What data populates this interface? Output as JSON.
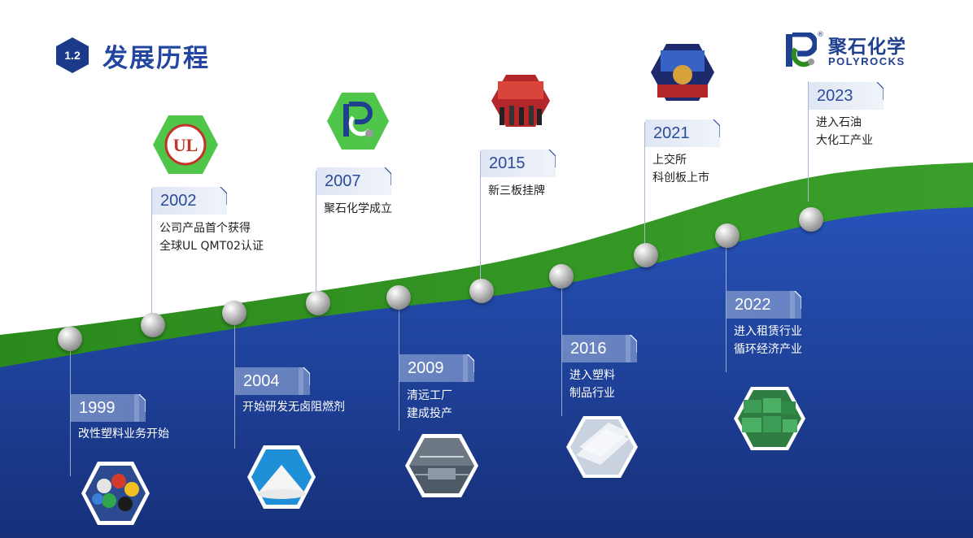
{
  "header": {
    "badge": "1.2",
    "title": "发展历程"
  },
  "logo": {
    "cn": "聚石化学",
    "en": "POLYROCKS",
    "reg": "®"
  },
  "colors": {
    "navy": "#1c3a8a",
    "green": "#2e8b1f",
    "title": "#2346a0"
  },
  "milestones": [
    {
      "year": "1999",
      "lines": [
        "改性塑料业务开始"
      ],
      "image": "plastic-pellets-icon"
    },
    {
      "year": "2002",
      "lines": [
        "公司产品首个获得",
        "全球UL QMT02认证"
      ],
      "image": "ul-certification-icon"
    },
    {
      "year": "2004",
      "lines": [
        "开始研发无卤阻燃剂"
      ],
      "image": "white-powder-icon"
    },
    {
      "year": "2007",
      "lines": [
        "聚石化学成立"
      ],
      "image": "company-logo-icon"
    },
    {
      "year": "2009",
      "lines": [
        "清远工厂",
        "建成投产"
      ],
      "image": "factory-icon"
    },
    {
      "year": "2015",
      "lines": [
        "新三板挂牌"
      ],
      "image": "listing-ceremony-icon"
    },
    {
      "year": "2016",
      "lines": [
        "进入塑料",
        "制品行业"
      ],
      "image": "plastic-sheets-icon"
    },
    {
      "year": "2021",
      "lines": [
        "上交所",
        "科创板上市"
      ],
      "image": "stock-exchange-icon"
    },
    {
      "year": "2022",
      "lines": [
        "进入租赁行业",
        "循环经济产业"
      ],
      "image": "crates-icon"
    },
    {
      "year": "2023",
      "lines": [
        "进入石油",
        "大化工产业"
      ],
      "image": ""
    }
  ],
  "ul_mark": {
    "text": "UL"
  }
}
